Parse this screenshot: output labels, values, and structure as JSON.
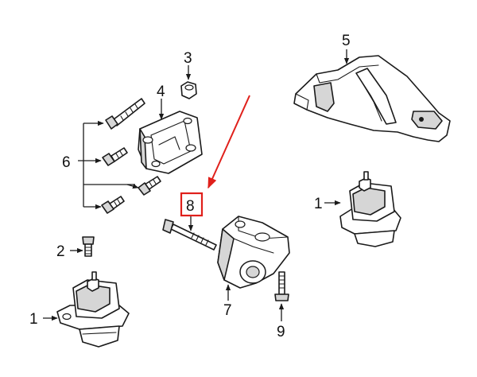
{
  "diagram": {
    "callouts": [
      {
        "id": "c1_left",
        "text": "1"
      },
      {
        "id": "c1_right",
        "text": "1"
      },
      {
        "id": "c2",
        "text": "2"
      },
      {
        "id": "c3",
        "text": "3"
      },
      {
        "id": "c4",
        "text": "4"
      },
      {
        "id": "c5",
        "text": "5"
      },
      {
        "id": "c6",
        "text": "6"
      },
      {
        "id": "c7",
        "text": "7"
      },
      {
        "id": "c8",
        "text": "8"
      },
      {
        "id": "c9",
        "text": "9"
      }
    ],
    "highlight": {
      "callout": "8",
      "color": "#e0201b"
    },
    "colors": {
      "line": "#1a1a1a",
      "part_fill": "#ffffff",
      "shade": "#d6d6d6",
      "highlight": "#e0201b"
    }
  }
}
